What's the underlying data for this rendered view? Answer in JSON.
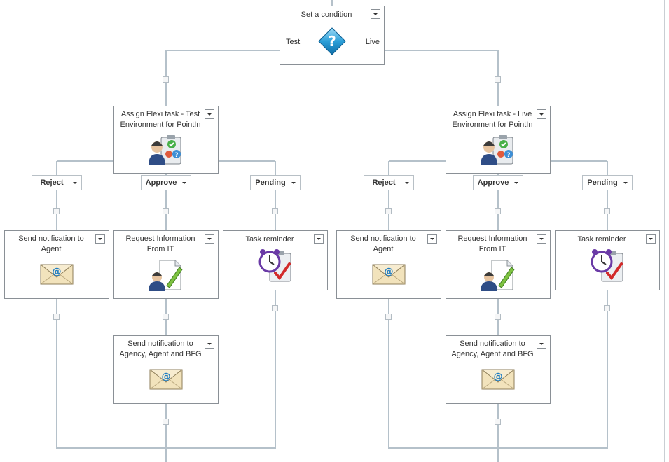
{
  "condition": {
    "title": "Set a condition",
    "left_label": "Test",
    "right_label": "Live"
  },
  "branches": [
    {
      "assign_title": "Assign Flexi task - Test Environment for PointIn",
      "outcomes": [
        "Reject",
        "Approve",
        "Pending"
      ],
      "notify_agent": "Send notification to Agent",
      "request_info": "Request Information From IT",
      "task_reminder": "Task reminder",
      "notify_all": "Send notification to Agency, Agent and BFG"
    },
    {
      "assign_title": "Assign Flexi task - Live Environment for PointIn",
      "outcomes": [
        "Reject",
        "Approve",
        "Pending"
      ],
      "notify_agent": "Send notification to Agent",
      "request_info": "Request Information From IT",
      "task_reminder": "Task reminder",
      "notify_all": "Send notification to Agency, Agent and BFG"
    }
  ],
  "colors": {
    "connector": "#b5c1ca",
    "box_border": "#8a9096"
  },
  "icons": [
    "help-diamond-icon",
    "assign-task-icon",
    "envelope-icon",
    "request-info-icon",
    "alarm-clock-task-icon"
  ]
}
